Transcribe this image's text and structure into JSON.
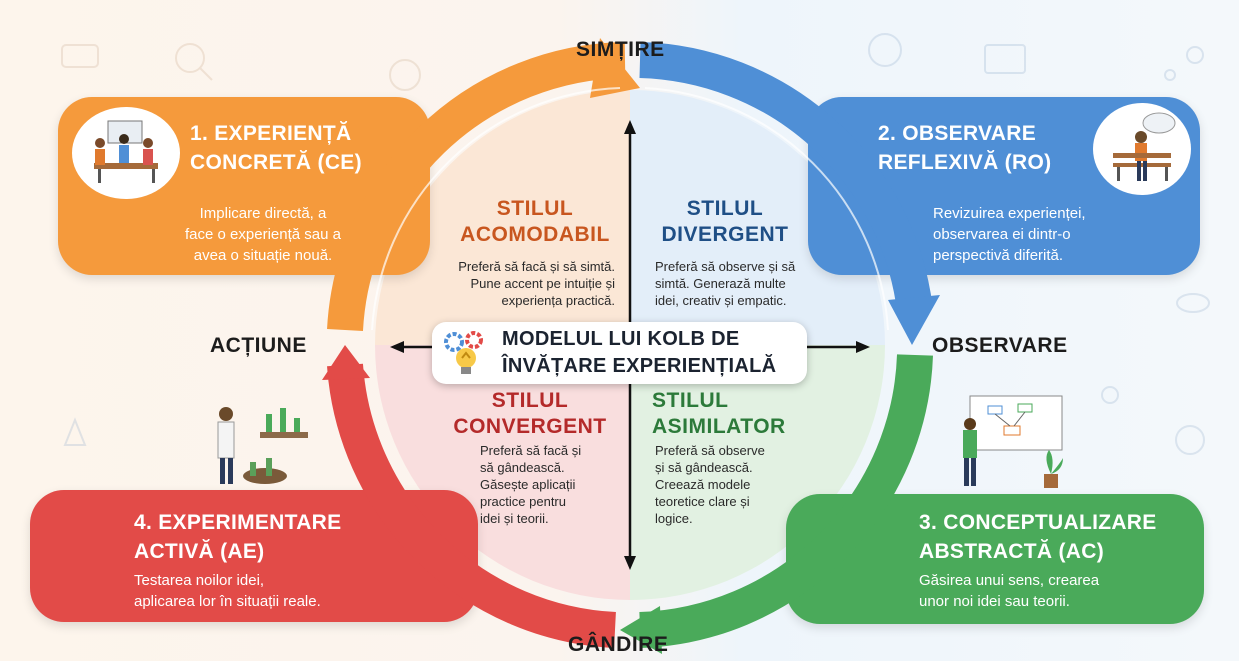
{
  "axes": {
    "top": "SIMȚIRE",
    "bottom": "GÂNDIRE",
    "left": "ACȚIUNE",
    "right": "OBSERVARE"
  },
  "center": {
    "title_line1": "MODELUL LUI KOLB DE",
    "title_line2": "ÎNVĂȚARE EXPERIENȚIALĂ"
  },
  "stages": {
    "ce": {
      "title_line1": "1. EXPERIENȚĂ",
      "title_line2": "CONCRETĂ (CE)",
      "desc": [
        "Implicare directă, a",
        "face o experiență sau a",
        "avea o situație nouă."
      ],
      "color": "#f59a3c"
    },
    "ro": {
      "title_line1": "2. OBSERVARE",
      "title_line2": "REFLEXIVĂ (RO)",
      "desc": [
        "Revizuirea experienței,",
        "observarea ei dintr-o",
        "perspectivă diferită."
      ],
      "color": "#4f8fd6"
    },
    "ac": {
      "title_line1": "3. CONCEPTUALIZARE",
      "title_line2": "ABSTRACTĂ (AC)",
      "desc": [
        "Găsirea unui sens, crearea",
        "unor noi idei sau teorii."
      ],
      "color": "#4aaa5a"
    },
    "ae": {
      "title_line1": "4. EXPERIMENTARE",
      "title_line2": "ACTIVĂ (AE)",
      "desc": [
        "Testarea noilor idei,",
        "aplicarea lor în situații reale."
      ],
      "color": "#e24b48"
    }
  },
  "styles": {
    "acomodabil": {
      "title_line1": "STILUL",
      "title_line2": "ACOMODABIL",
      "desc": [
        "Preferă să facă și să simtă.",
        "Pune accent pe intuiție și",
        "experiența practică."
      ],
      "color": "#c8561f"
    },
    "divergent": {
      "title_line1": "STILUL",
      "title_line2": "DIVERGENT",
      "desc": [
        "Preferă să observe și să",
        "simtă. Generază multe",
        "idei, creativ și empatic."
      ],
      "color": "#1f4f86"
    },
    "convergent": {
      "title_line1": "STILUL",
      "title_line2": "CONVERGENT",
      "desc": [
        "Preferă să facă și",
        "să gândească.",
        "Găsește aplicații",
        "practice pentru",
        "idei și teorii."
      ],
      "color": "#b42a2a"
    },
    "asimilator": {
      "title_line1": "STILUL",
      "title_line2": "ASIMILATOR",
      "desc": [
        "Preferă să observe",
        "și să gândească.",
        "Creează modele",
        "teoretice clare și",
        "logice."
      ],
      "color": "#2c7a3a"
    }
  },
  "icons": [
    "group-work-illustration-icon",
    "thinking-person-bench-icon",
    "whiteboard-diagram-icon",
    "scientist-lab-icon",
    "gears-lightbulb-icon"
  ]
}
